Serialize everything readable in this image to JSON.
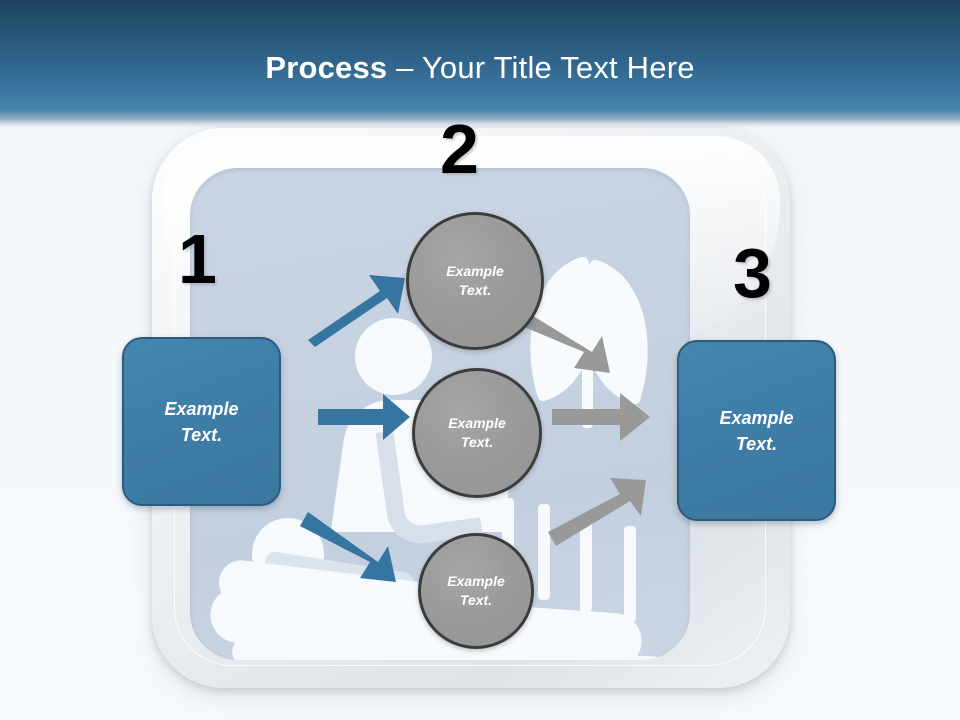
{
  "slide": {
    "background_color": "#f4f8fb",
    "title": {
      "bold_part": "Process",
      "normal_part": " – Your Title Text Here",
      "color": "#ffffff"
    }
  },
  "colors": {
    "banner_top": "#1d425d",
    "banner_bottom": "#4a85ad",
    "step_box_fill": "#3f7ea8",
    "step_box_border": "#2c5c7c",
    "circle_fill": "#9b9b9b",
    "circle_border": "#3c3c3c",
    "arrow_blue": "#35759f",
    "arrow_gray": "#999999",
    "panel_fill": "#c6d2e1",
    "frame_fill": "#e9edf1"
  },
  "steps": {
    "numbers": [
      {
        "label": "1"
      },
      {
        "label": "2"
      },
      {
        "label": "3"
      }
    ]
  },
  "boxes": {
    "left": {
      "line1": "Example",
      "line2": "Text."
    },
    "right": {
      "line1": "Example",
      "line2": "Text."
    }
  },
  "circles": [
    {
      "line1": "Example",
      "line2": "Text."
    },
    {
      "line1": "Example",
      "line2": "Text."
    },
    {
      "line1": "Example",
      "line2": "Text."
    }
  ],
  "arrows": [
    {
      "name": "arrow-in-top",
      "color": "#35759f",
      "direction": "up-right"
    },
    {
      "name": "arrow-in-middle",
      "color": "#35759f",
      "direction": "right"
    },
    {
      "name": "arrow-in-bottom",
      "color": "#35759f",
      "direction": "down-right"
    },
    {
      "name": "arrow-out-top",
      "color": "#999999",
      "direction": "down-right"
    },
    {
      "name": "arrow-out-middle",
      "color": "#999999",
      "direction": "right"
    },
    {
      "name": "arrow-out-bottom",
      "color": "#999999",
      "direction": "up-right"
    }
  ],
  "watermarks": [
    {
      "name": "person-figure"
    },
    {
      "name": "plant-leaves"
    },
    {
      "name": "lounge-chair"
    },
    {
      "name": "fence-pickets"
    }
  ]
}
